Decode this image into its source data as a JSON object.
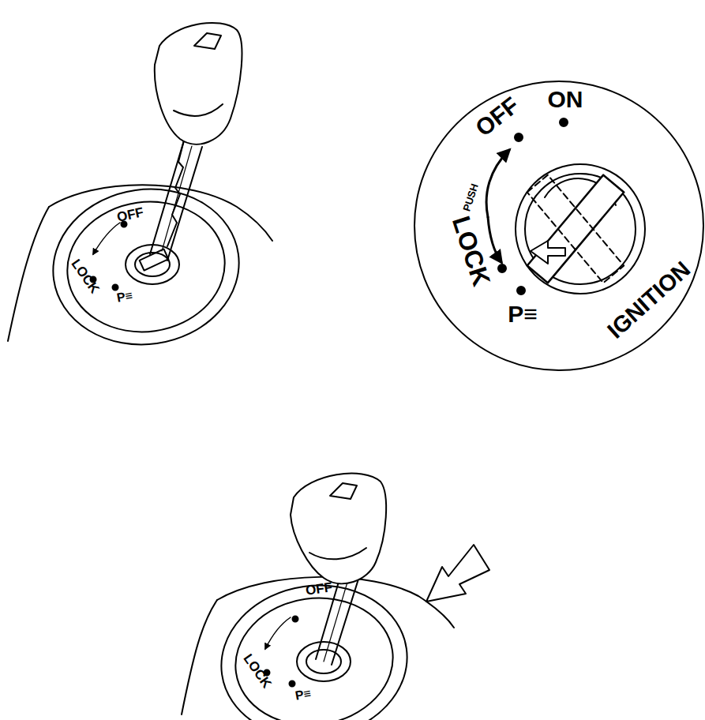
{
  "diagram": {
    "labels": [
      "OFF",
      "LOCK",
      "P≡",
      "OFF",
      "ON",
      "PUSH",
      "LOCK",
      "P≡",
      "IGNITION",
      "OFF",
      "LOCK",
      "P≡"
    ]
  }
}
